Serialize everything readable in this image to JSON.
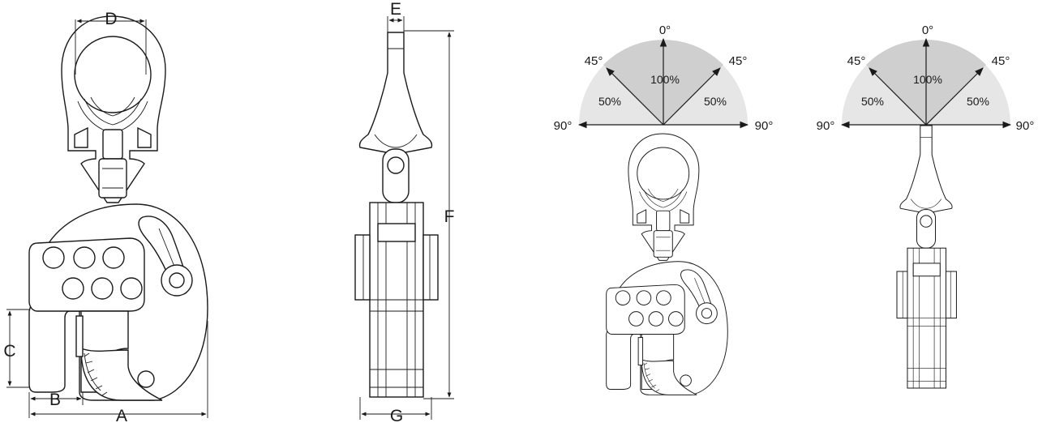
{
  "dimensions": {
    "a": "A",
    "b": "B",
    "c": "C",
    "d": "D",
    "e": "E",
    "f": "F",
    "g": "G"
  },
  "angle_chart_1": {
    "top": "0°",
    "upper_left": "45°",
    "upper_right": "45°",
    "left": "90°",
    "right": "90°",
    "center_pct": "100%",
    "left_pct": "50%",
    "right_pct": "50%"
  },
  "angle_chart_2": {
    "top": "0°",
    "upper_left": "45°",
    "upper_right": "45°",
    "left": "90°",
    "right": "90°",
    "center_pct": "100%",
    "left_pct": "50%",
    "right_pct": "50%"
  },
  "colors": {
    "outer_zone": "#e6e6e6",
    "inner_zone": "#cfcfcf",
    "line": "#1a1a1a"
  }
}
